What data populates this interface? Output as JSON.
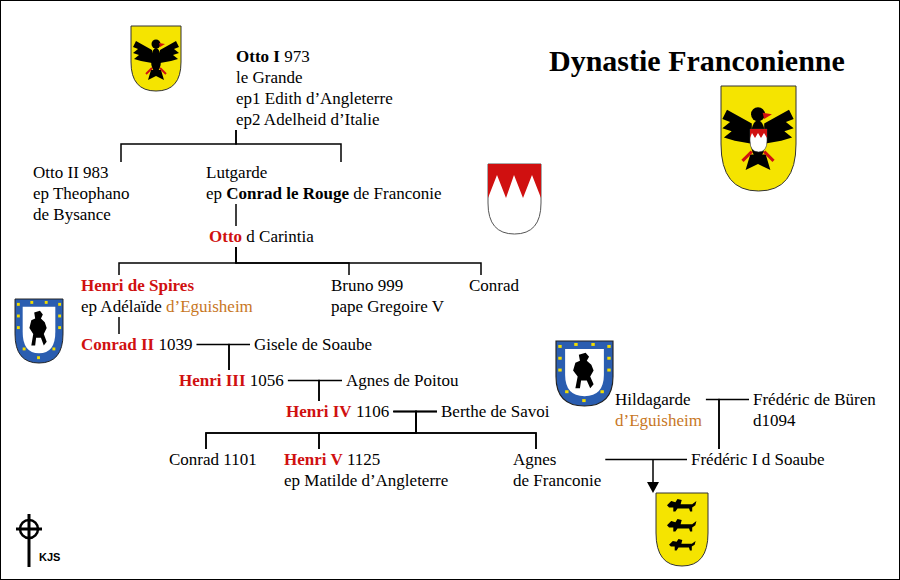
{
  "diagram": {
    "title": "Dynastie Franconienne",
    "nodes": [
      {
        "text": [
          "Otto I",
          "973",
          "le Grande",
          "ep1 Edith d’Angleterre",
          "ep2 Adelheid d’Italie"
        ]
      },
      {
        "text": [
          "Otto II 983",
          "ep Theophano",
          "de Bysance"
        ]
      },
      {
        "text": [
          "Lutgarde",
          "ep",
          "Conrad le Rouge",
          "de Franconie"
        ]
      },
      {
        "text": [
          "Otto",
          "d Carintia"
        ]
      },
      {
        "text": [
          "Henri de Spires",
          "ep Adélaïde",
          "d’Eguisheim"
        ]
      },
      {
        "text": [
          "Bruno 999",
          "pape Gregoire V"
        ]
      },
      {
        "text": [
          "Conrad"
        ]
      },
      {
        "text": [
          "Conrad II",
          "1039"
        ]
      },
      {
        "text": [
          "Gisele de Soaube"
        ]
      },
      {
        "text": [
          "Henri III",
          "1056"
        ]
      },
      {
        "text": [
          "Agnes de Poitou"
        ]
      },
      {
        "text": [
          "Henri IV",
          "1106"
        ]
      },
      {
        "text": [
          "Berthe de Savoi"
        ]
      },
      {
        "text": [
          "Hildagarde",
          "d’Eguisheim"
        ]
      },
      {
        "text": [
          "Frédéric de Büren",
          "d1094"
        ]
      },
      {
        "text": [
          "Conrad 1101"
        ]
      },
      {
        "text": [
          "Henri V",
          "1125",
          "ep Matilde d’Angleterre"
        ]
      },
      {
        "text": [
          "Agnes",
          "de Franconie"
        ]
      },
      {
        "text": [
          "Frédéric I d Soaube"
        ]
      }
    ],
    "edges": [
      {
        "from": 0,
        "to": 1,
        "arrow": "none"
      },
      {
        "from": 0,
        "to": 2,
        "arrow": "none"
      },
      {
        "from": 2,
        "to": 3,
        "arrow": "none"
      },
      {
        "from": 3,
        "to": 4,
        "arrow": "none"
      },
      {
        "from": 3,
        "to": 5,
        "arrow": "none"
      },
      {
        "from": 3,
        "to": 6,
        "arrow": "none"
      },
      {
        "from": 4,
        "to": 7,
        "arrow": "none"
      },
      {
        "from": 7,
        "to": 9,
        "arrow": "none"
      },
      {
        "from": 8,
        "to": 9,
        "arrow": "none"
      },
      {
        "from": 9,
        "to": 11,
        "arrow": "none"
      },
      {
        "from": 10,
        "to": 11,
        "arrow": "none"
      },
      {
        "from": 11,
        "to": 15,
        "arrow": "none"
      },
      {
        "from": 11,
        "to": 16,
        "arrow": "none"
      },
      {
        "from": 11,
        "to": 17,
        "arrow": "none"
      },
      {
        "from": 12,
        "to": 15,
        "arrow": "none"
      },
      {
        "from": 12,
        "to": 16,
        "arrow": "none"
      },
      {
        "from": 12,
        "to": 17,
        "arrow": "none"
      },
      {
        "from": 13,
        "to": 18,
        "arrow": "none"
      },
      {
        "from": 14,
        "to": 18,
        "arrow": "none"
      },
      {
        "from": 17,
        "to": 18,
        "arrow": "none"
      }
    ],
    "labels": [
      "KJS"
    ]
  }
}
